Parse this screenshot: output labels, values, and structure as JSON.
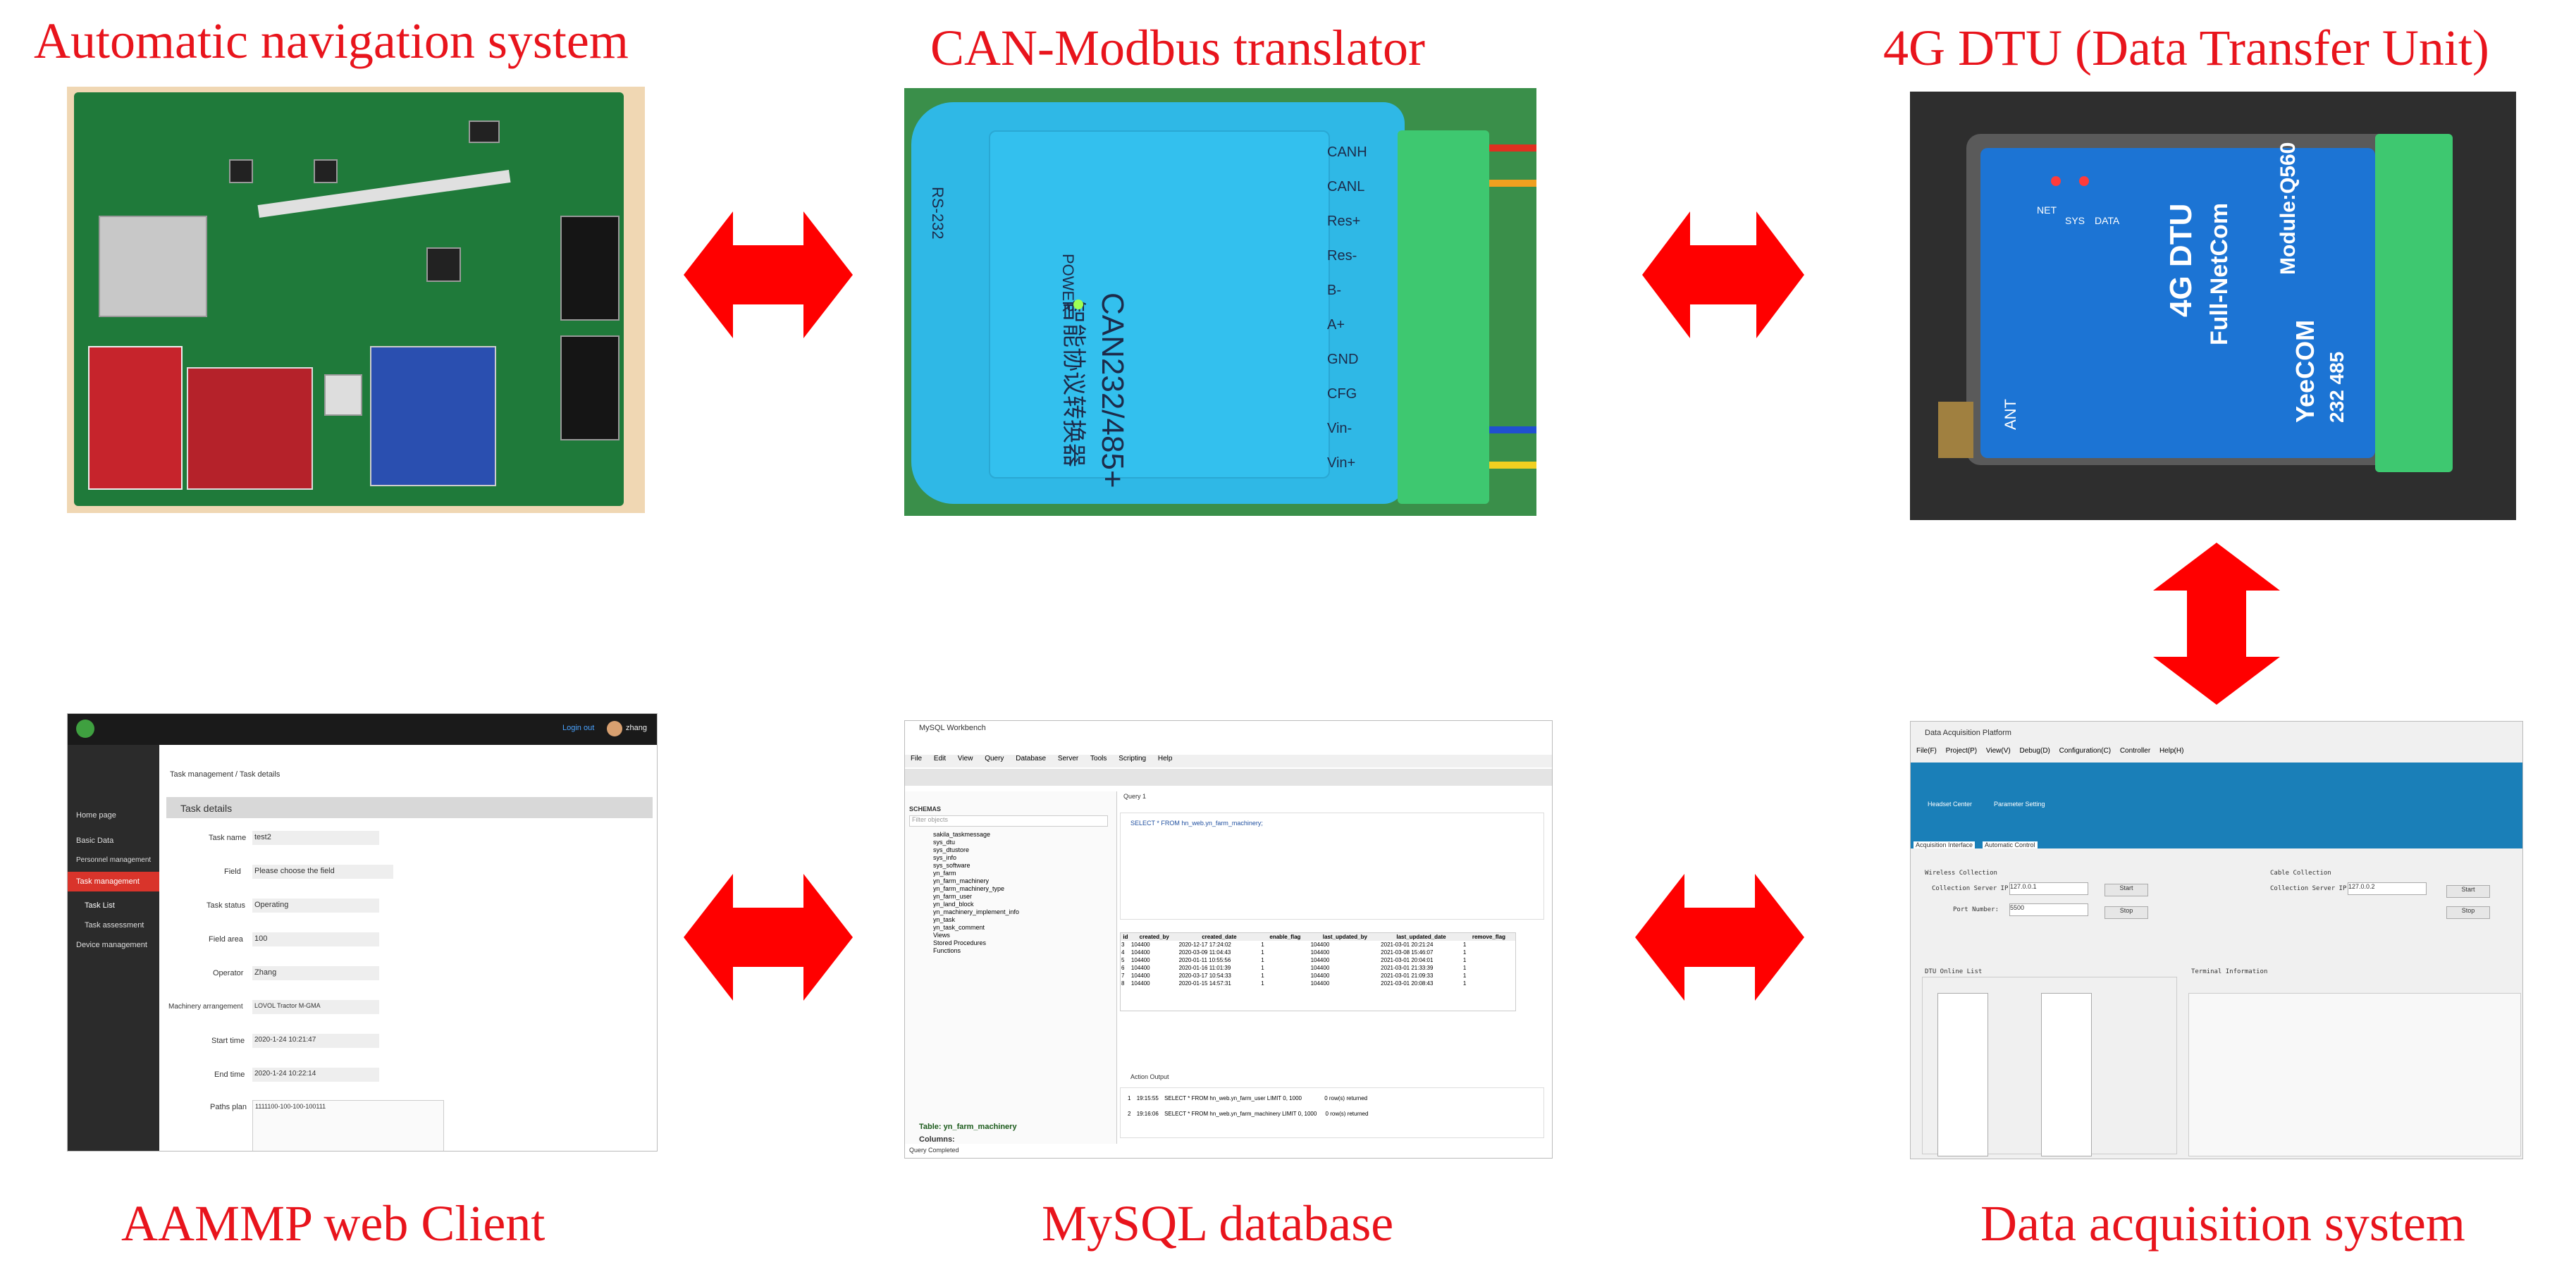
{
  "titles": {
    "nav": "Automatic navigation system",
    "can": "CAN-Modbus translator",
    "dtu": "4G DTU (Data Transfer Unit)",
    "web": "AAMMP web Client",
    "mysql": "MySQL database",
    "daq": "Data acquisition system"
  },
  "can_device": {
    "model": "CAN232/485+",
    "cn_label": "智能协议转换器",
    "power": "POWER",
    "port": "RS-232",
    "pins": [
      "CANH",
      "CANL",
      "Res+",
      "Res-",
      "B-",
      "A+",
      "GND",
      "CFG",
      "Vin-",
      "Vin+"
    ]
  },
  "dtu_device": {
    "name": "4G DTU",
    "subtitle": "Full-NetCom",
    "module": "Module:Q560",
    "brand": "YeeCOM",
    "ports": "232  485",
    "ant": "ANT",
    "leds": [
      "NET",
      "SYS",
      "DATA"
    ]
  },
  "web_client": {
    "user": "zhang",
    "login_out": "Login out",
    "sidebar": [
      "Home page",
      "Basic Data",
      "Personnel management",
      "Task management",
      "Task List",
      "Task assessment",
      "Device management"
    ],
    "breadcrumb": "Task management / Task details",
    "section": "Task details",
    "fields": [
      {
        "label": "Task name",
        "value": "test2"
      },
      {
        "label": "Field",
        "value": "Please choose the field"
      },
      {
        "label": "Task status",
        "value": "Operating"
      },
      {
        "label": "Field area",
        "value": "100"
      },
      {
        "label": "Operator",
        "value": "Zhang"
      },
      {
        "label": "Machinery arrangement",
        "value": "LOVOL Tractor M-GMA"
      },
      {
        "label": "Start time",
        "value": "2020-1-24 10:21:47"
      },
      {
        "label": "End time",
        "value": "2020-1-24 10:22:14"
      },
      {
        "label": "Paths plan",
        "value": "1111100-100-100-100111"
      }
    ]
  },
  "mysql": {
    "app_title": "MySQL Workbench",
    "menu": [
      "File",
      "Edit",
      "View",
      "Query",
      "Database",
      "Server",
      "Tools",
      "Scripting",
      "Help"
    ],
    "schemas_label": "SCHEMAS",
    "filter_placeholder": "Filter objects",
    "schema_items": [
      "sakila_taskmessage",
      "sys_dtu",
      "sys_dtustore",
      "sys_info",
      "sys_software",
      "yn_farm",
      "yn_farm_machinery",
      "yn_farm_machinery_type",
      "yn_farm_user",
      "yn_land_block",
      "yn_machinery_implement_info",
      "yn_task",
      "yn_task_comment",
      "Views",
      "Stored Procedures",
      "Functions"
    ],
    "query_tab": "Query 1",
    "sql": "SELECT * FROM hn_web.yn_farm_machinery;",
    "table_title": "Table: yn_farm_machinery",
    "columns_label": "Columns:",
    "result_headers": [
      "id",
      "created_by",
      "created_date",
      "enable_flag",
      "last_updated_by",
      "last_updated_date",
      "remove_flag"
    ],
    "result_rows": [
      [
        "3",
        "104400",
        "2020-12-17 17:24:02",
        "1",
        "104400",
        "2021-03-01 20:21:24",
        "1"
      ],
      [
        "4",
        "104400",
        "2020-03-09 11:04:43",
        "1",
        "104400",
        "2021-03-08 15:46:07",
        "1"
      ],
      [
        "5",
        "104400",
        "2020-01-11 10:55:56",
        "1",
        "104400",
        "2021-03-01 20:04:01",
        "1"
      ],
      [
        "6",
        "104400",
        "2020-01-16 11:01:39",
        "1",
        "104400",
        "2021-03-01 21:33:39",
        "1"
      ],
      [
        "7",
        "104400",
        "2020-03-17 10:54:33",
        "1",
        "104400",
        "2021-03-01 21:09:33",
        "1"
      ],
      [
        "8",
        "104400",
        "2020-01-15 14:57:31",
        "1",
        "104400",
        "2021-03-01 20:08:43",
        "1"
      ]
    ],
    "output_label": "Action Output",
    "output_rows": [
      [
        "1",
        "19:15:55",
        "SELECT * FROM hn_web.yn_farm_user LIMIT 0, 1000",
        "0 row(s) returned"
      ],
      [
        "2",
        "19:16:06",
        "SELECT * FROM hn_web.yn_farm_machinery LIMIT 0, 1000",
        "0 row(s) returned"
      ]
    ],
    "status": "Query Completed"
  },
  "daq": {
    "app_title": "Data Acquisition Platform",
    "menu": [
      "File(F)",
      "Project(P)",
      "View(V)",
      "Debug(D)",
      "Configuration(C)",
      "Controller",
      "Help(H)"
    ],
    "toolbar": [
      "Headset Center",
      "Parameter Setting"
    ],
    "tabs": [
      "Acquisition Interface",
      "Automatic Control"
    ],
    "wireless_label": "Wireless Collection",
    "collection_server_ip_label": "Collection Server IP:",
    "wireless_ip": "127.0.0.1",
    "port_label": "Port Number:",
    "port": "5500",
    "cable_label": "Cable Collection",
    "cable_ip": "127.0.0.2",
    "start": "Start",
    "stop": "Stop",
    "dtu_list": "DTU Online List",
    "terminal": "Terminal Information"
  }
}
